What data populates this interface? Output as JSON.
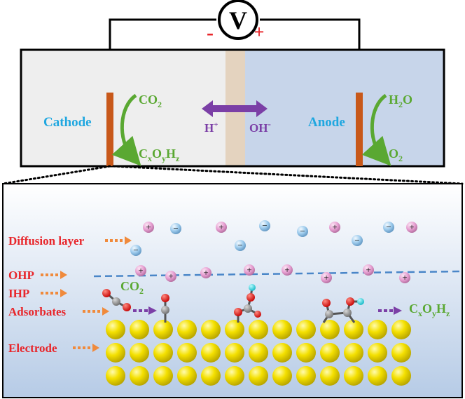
{
  "voltmeter": {
    "symbol": "V",
    "minus": "-",
    "plus": "+"
  },
  "cell": {
    "cathode_label": "Cathode",
    "anode_label": "Anode",
    "cathode_reactant": "CO",
    "cathode_reactant_sub": "2",
    "cathode_product": {
      "c": "C",
      "x": "x",
      "o": "O",
      "y": "y",
      "h": "H",
      "z": "z"
    },
    "anode_reactant": {
      "h": "H",
      "two": "2",
      "o": "O"
    },
    "anode_product": {
      "o": "O",
      "two": "2"
    },
    "ion_h": "H",
    "ion_h_sup": "+",
    "ion_oh": "OH",
    "ion_oh_sup": "-"
  },
  "interface": {
    "labels": {
      "diffusion": "Diffusion layer",
      "ohp": "OHP",
      "ihp": "IHP",
      "adsorbates": "Adsorbates",
      "electrode": "Electrode"
    },
    "co2": {
      "text": "CO",
      "sub": "2"
    },
    "product": {
      "c": "C",
      "x": "x",
      "o": "O",
      "y": "y",
      "h": "H",
      "z": "z"
    },
    "ion_plus": "+",
    "ion_minus": "−"
  },
  "colors": {
    "label_red": "#e8262b",
    "green": "#5aa832",
    "blue_text": "#1fa7e0",
    "purple": "#7b3fa6",
    "electrode_orange": "#c8581a",
    "gold": "#f4e000"
  }
}
